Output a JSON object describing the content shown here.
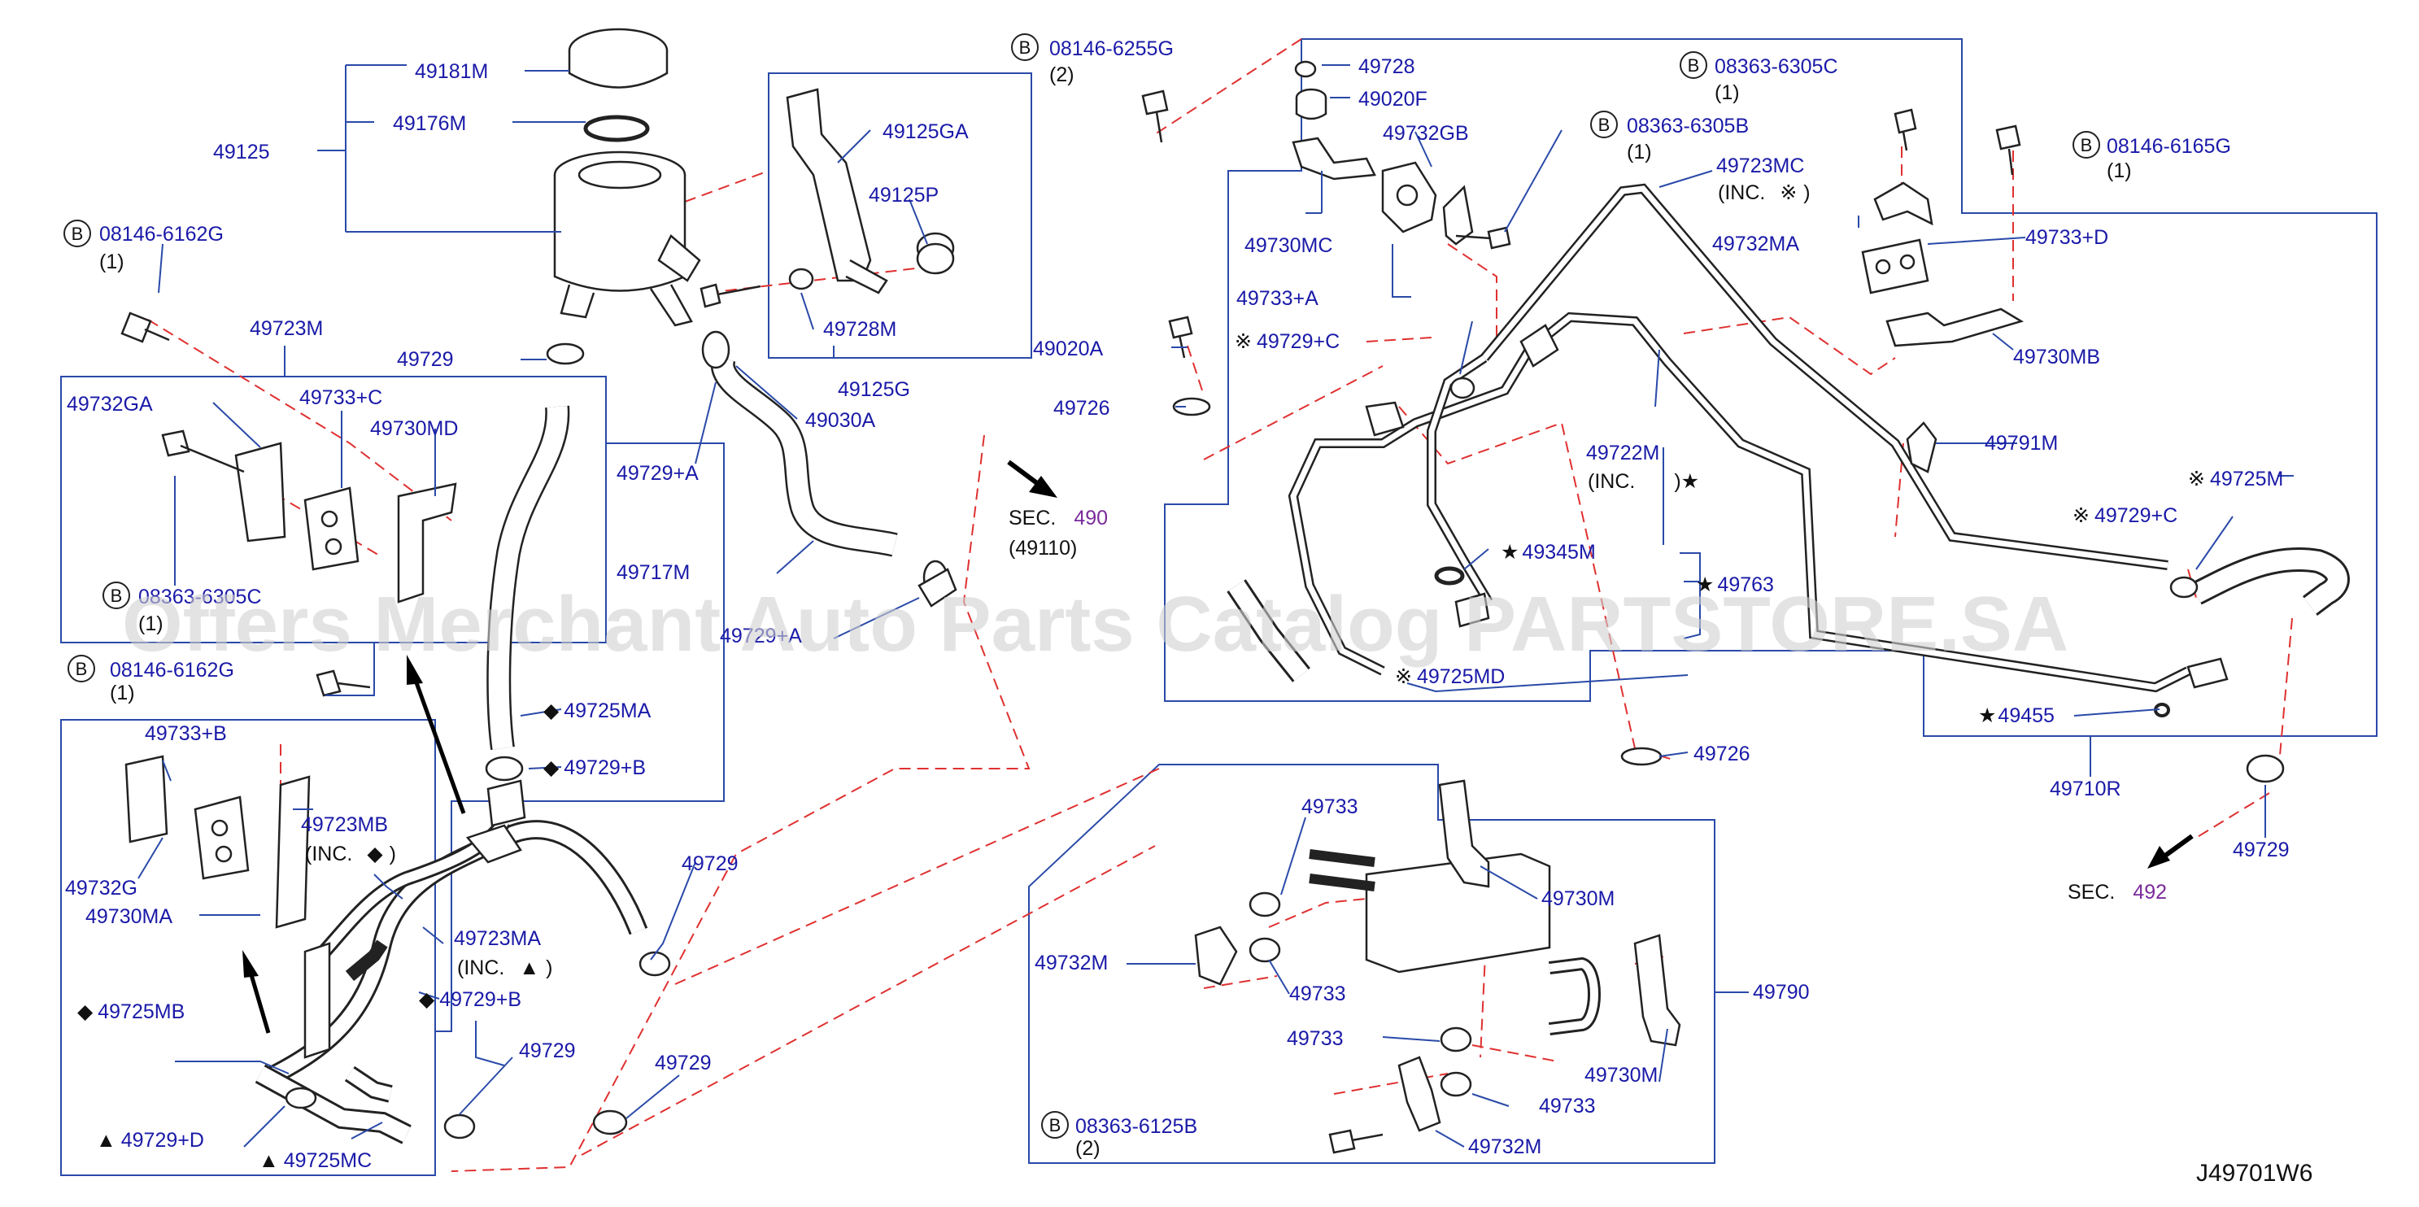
{
  "diagram_code": "J49701W6",
  "watermark": "Offers Merchant Auto Parts Catalog PARTSTORE.SA",
  "colors": {
    "label": "#1a1aa8",
    "leader": "#2a4aa8",
    "phantom": "#e03030",
    "section_ref": "#7a2a9a",
    "parts": "#222222"
  },
  "symbols": {
    "bolt_prefix": "B",
    "star": "★",
    "diamond": "◆",
    "triangle": "▲",
    "note": "※"
  },
  "labels": {
    "l49181M": "49181M",
    "l49176M": "49176M",
    "l49125": "49125",
    "b1_code": "08146-6162G",
    "b1_qty": "(1)",
    "l49723M": "49723M",
    "l49729_a": "49729",
    "l49732GA": "49732GA",
    "l49733C": "49733+C",
    "l49730MD": "49730MD",
    "b2_code": "08363-6305C",
    "b2_qty": "(1)",
    "b3_code": "08146-6162G",
    "b3_qty": "(1)",
    "l49733B": "49733+B",
    "l49723MB": "49723MB",
    "l49723MB_inc": "(INC.",
    "l49723MB_inc_end": ")",
    "l49732G": "49732G",
    "l49730MA": "49730MA",
    "l49725MB": "49725MB",
    "l49729D": "49729+D",
    "l49725MC": "49725MC",
    "l49125GA": "49125GA",
    "l49125P": "49125P",
    "l49728M": "49728M",
    "l49125G": "49125G",
    "l49030A": "49030A",
    "l49729A": "49729+A",
    "l49717M": "49717M",
    "l49729A_2": "49729+A",
    "l49725MA": "49725MA",
    "l49729B": "49729+B",
    "l49723MA": "49723MA",
    "l49723MA_inc": "(INC.",
    "l49723MA_inc_end": ")",
    "l49729B_2": "49729+B",
    "l49729_b": "49729",
    "l49729_c": "49729",
    "l49729_d": "49729",
    "sec490": "SEC.",
    "sec490_num": "490",
    "sec490_sub": "(49110)",
    "b4_code": "08146-6255G",
    "b4_qty": "(2)",
    "l49728": "49728",
    "l49020F": "49020F",
    "l49732GB": "49732GB",
    "l49730MC": "49730MC",
    "l49733A": "49733+A",
    "l49020A": "49020A",
    "l49729C": "49729+C",
    "l49726": "49726",
    "b5_code": "08363-6305B",
    "b5_qty": "(1)",
    "b6_code": "08363-6305C",
    "b6_qty": "(1)",
    "l49723MC": "49723MC",
    "l49723MC_inc": "(INC.",
    "l49723MC_inc_end": ")",
    "l49732MA": "49732MA",
    "l49733D": "49733+D",
    "b7_code": "08146-6165G",
    "b7_qty": "(1)",
    "l49730MB": "49730MB",
    "l49722M": "49722M",
    "l49722M_inc": "(INC.",
    "l49722M_inc_end": ")",
    "l49791M": "49791M",
    "l49725M": "49725M",
    "l49729C_2": "49729+C",
    "l49345M": "49345M",
    "l49763": "49763",
    "l49725MD": "49725MD",
    "l49455": "49455",
    "l49726_2": "49726",
    "l49710R": "49710R",
    "l49729_e": "49729",
    "sec492": "SEC.",
    "sec492_num": "492",
    "l49733_1": "49733",
    "l49730M_1": "49730M",
    "l49732M_1": "49732M",
    "l49733_2": "49733",
    "l49790": "49790",
    "l49733_3": "49733",
    "l49730M_2": "49730M",
    "l49733_4": "49733",
    "b8_code": "08363-6125B",
    "b8_qty": "(2)",
    "l49732M_2": "49732M"
  }
}
